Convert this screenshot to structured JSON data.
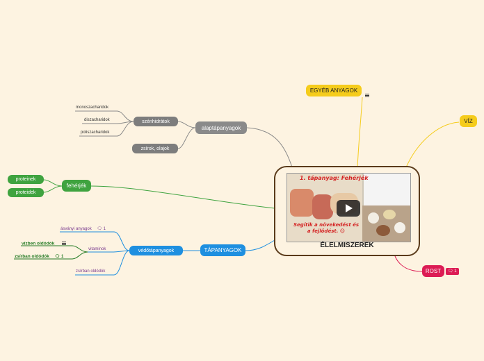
{
  "center": {
    "title": "ÉLELMISZEREK",
    "image_heading": "1. tápanyag: Fehérjék",
    "image_caption": "Segítik a növekedést és a fejlődést. 😊"
  },
  "branches": {
    "egyeb": {
      "label": "EGYÉB ANYAGOK",
      "icon": "note-icon"
    },
    "viz": {
      "label": "VÍZ"
    },
    "rost": {
      "label": "ROST",
      "comment_count": "1"
    },
    "alaptapanyagok": {
      "label": "alaptápanyagok",
      "children": {
        "szenhidratok": {
          "label": "szénhidrátok",
          "leaves": [
            "monoszacharidok",
            "diszacharidok",
            "poliszacharidok"
          ]
        },
        "zsirok": {
          "label": "zsírok, olajok"
        }
      }
    },
    "feherjek": {
      "label": "fehérjék",
      "children": [
        "proteinek",
        "proteidek"
      ]
    },
    "tapanyagok": {
      "label": "TÁPANYAGOK",
      "vedotapanyagok": {
        "label": "védőtápanyagok",
        "asvanyi": {
          "label": "ásványi anyagok",
          "comment_count": "1"
        },
        "vitaminok": {
          "label": "vitaminok",
          "vizben": {
            "label": "vízben oldódók",
            "icon": "note-icon"
          },
          "zsirban": {
            "label": "zsírban oldódók",
            "comment_count": "1"
          }
        },
        "zsirban_leaf": {
          "label": "zsírban oldódók"
        }
      }
    }
  },
  "colors": {
    "background": "#fdf3e1",
    "gray": "#8a8a8a",
    "green": "#3fa33f",
    "blue": "#1e8fe0",
    "yellow": "#f5cc1c",
    "red": "#dc1c55",
    "purple": "#7a3b8f"
  }
}
